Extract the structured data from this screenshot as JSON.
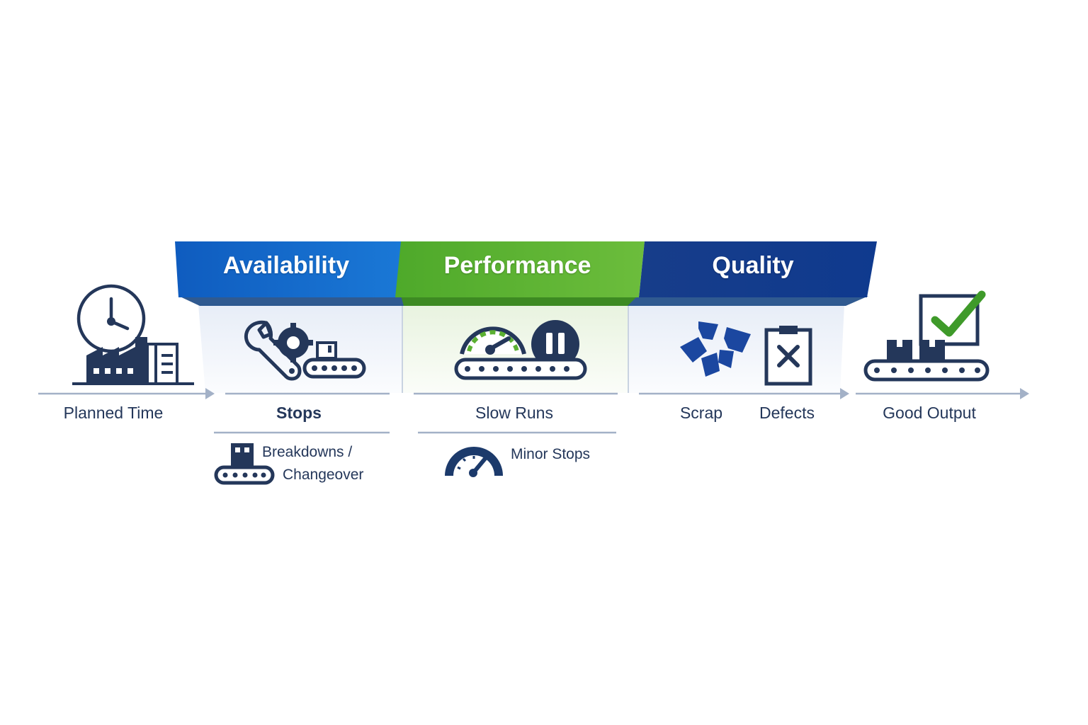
{
  "headers": {
    "availability": "Availability",
    "performance": "Performance",
    "quality": "Quality"
  },
  "stages": {
    "planned_time": "Planned Time",
    "stops": "Stops",
    "slow_runs": "Slow Runs",
    "scrap": "Scrap",
    "defects": "Defects",
    "good_output": "Good Output"
  },
  "sub_losses": {
    "breakdowns_line1": "Breakdowns /",
    "breakdowns_line2": "Changeover",
    "minor_stops": "Minor Stops"
  },
  "colors": {
    "availability": "#1565c8",
    "performance": "#5bb032",
    "quality": "#163f8a",
    "icon_navy": "#24375a",
    "check_green": "#3f9a2a"
  },
  "icons": {
    "planned_time": "clock-factory-icon",
    "stops": "wrench-gear-conveyor-icon",
    "slow_runs": "speedometer-pause-conveyor-icon",
    "scrap": "broken-pieces-icon",
    "defects": "clipboard-x-icon",
    "good_output": "conveyor-checkmark-icon",
    "breakdowns": "machine-conveyor-icon",
    "minor_stops": "gauge-icon"
  }
}
